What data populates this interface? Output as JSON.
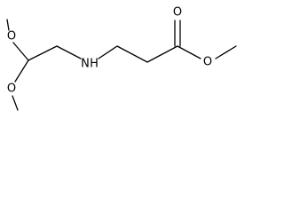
{
  "molecule": {
    "atoms": {
      "o_methoxy_top": "O",
      "o_methoxy_bottom": "O",
      "n_amine": "N",
      "h_amine": "H",
      "o_carbonyl": "O",
      "o_ester": "O"
    }
  }
}
